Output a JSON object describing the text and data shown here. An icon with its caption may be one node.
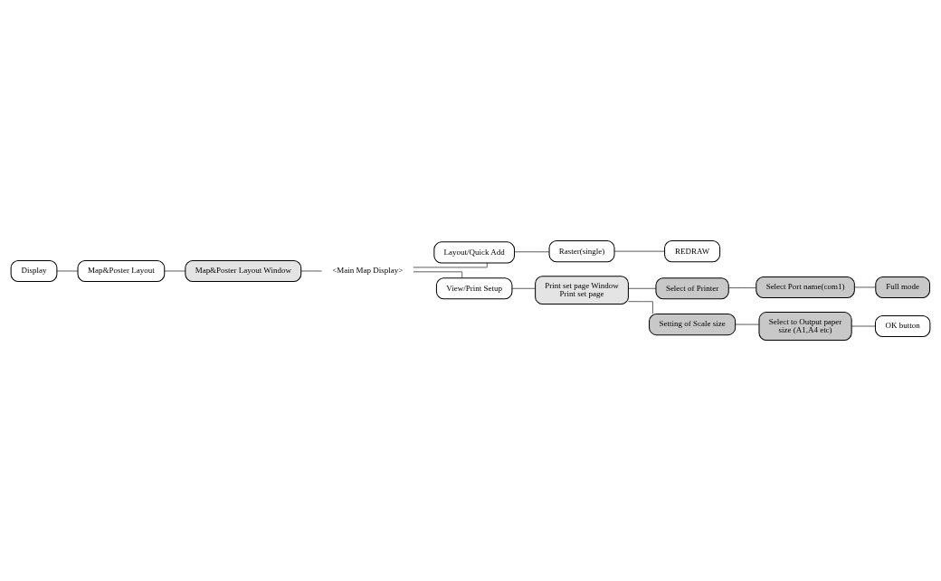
{
  "diagram": {
    "nodes": [
      {
        "text": [
          "Display"
        ]
      },
      {
        "text": [
          "Map&Poster Layout"
        ]
      },
      {
        "text": [
          "Map&Poster Layout Window"
        ]
      },
      {
        "text": [
          "<Main Map Display>"
        ]
      },
      {
        "text": [
          "Layout/Quick Add"
        ]
      },
      {
        "text": [
          "Raster(single)"
        ]
      },
      {
        "text": [
          "REDRAW"
        ]
      },
      {
        "text": [
          "View/Print Setup"
        ]
      },
      {
        "text": [
          "Print set page Window",
          "Print set page"
        ]
      },
      {
        "text": [
          "Select of Printer"
        ]
      },
      {
        "text": [
          "Select Port name(com1)"
        ]
      },
      {
        "text": [
          "Full mode"
        ]
      },
      {
        "text": [
          "Setting of Scale size"
        ]
      },
      {
        "text": [
          "Select to Output paper size (A1,A4 etc)"
        ]
      },
      {
        "text": [
          "OK button"
        ]
      }
    ],
    "edges": [
      {
        "from": 0,
        "to": 1,
        "arrow": "none"
      },
      {
        "from": 1,
        "to": 2,
        "arrow": "none"
      },
      {
        "from": 2,
        "to": 3,
        "arrow": "none"
      },
      {
        "from": 3,
        "to": 4,
        "arrow": "none"
      },
      {
        "from": 3,
        "to": 7,
        "arrow": "none"
      },
      {
        "from": 4,
        "to": 5,
        "arrow": "none"
      },
      {
        "from": 5,
        "to": 6,
        "arrow": "none"
      },
      {
        "from": 7,
        "to": 8,
        "arrow": "none"
      },
      {
        "from": 8,
        "to": 9,
        "arrow": "none"
      },
      {
        "from": 8,
        "to": 12,
        "arrow": "none"
      },
      {
        "from": 9,
        "to": 10,
        "arrow": "none"
      },
      {
        "from": 10,
        "to": 11,
        "arrow": "none"
      },
      {
        "from": 12,
        "to": 13,
        "arrow": "none"
      },
      {
        "from": 13,
        "to": 14,
        "arrow": "none"
      }
    ]
  }
}
